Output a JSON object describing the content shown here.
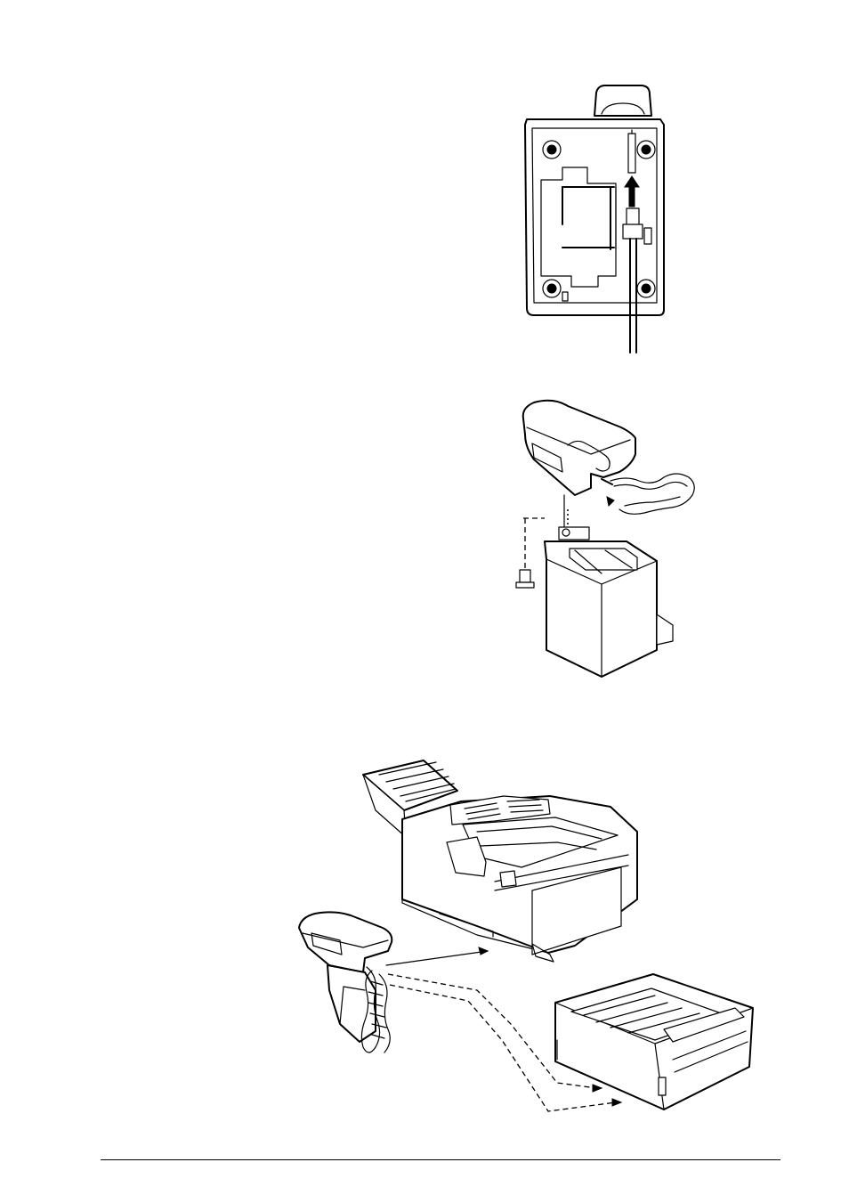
{
  "figures": [
    {
      "id": "figure-1",
      "description_visible": false
    },
    {
      "id": "figure-2",
      "description_visible": false
    },
    {
      "id": "figure-3",
      "description_visible": false
    }
  ],
  "colors": {
    "ink": "#000000",
    "paper": "#ffffff"
  }
}
